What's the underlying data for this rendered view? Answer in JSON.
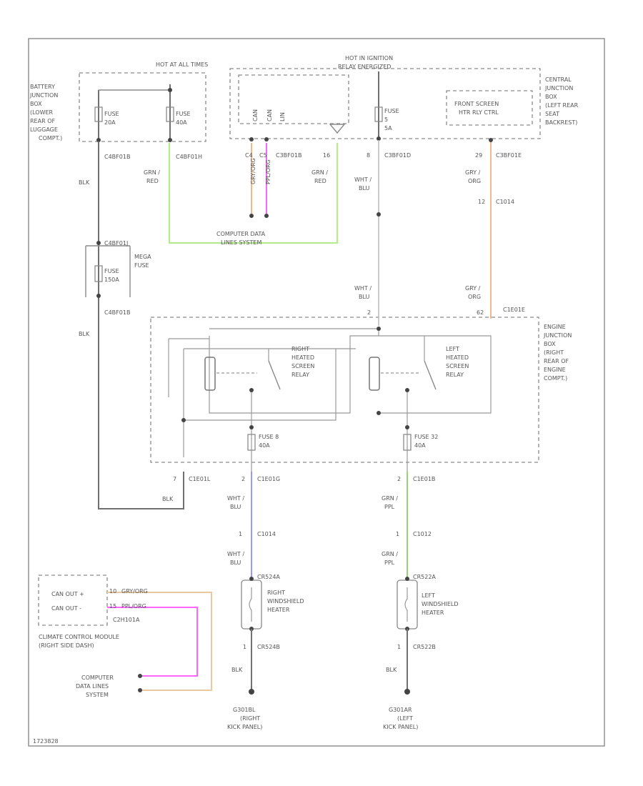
{
  "labels": {
    "hot_at_all_times": "HOT AT ALL TIMES",
    "hot_in_ignition": "HOT IN IGNITION",
    "relay_energized": "RELAY ENERGIZED",
    "battery_jb": [
      "BATTERY",
      "JUNCTION",
      "BOX",
      "(LOWER",
      "REAR OF",
      "LUGGAGE",
      "COMPT.)"
    ],
    "central_jb": [
      "CENTRAL",
      "JUNCTION",
      "BOX",
      "(LEFT REAR",
      "SEAT",
      "BACKREST)"
    ],
    "engine_jb": [
      "ENGINE",
      "JUNCTION",
      "BOX",
      "(RIGHT",
      "REAR OF",
      "ENGINE",
      "COMPT.)"
    ],
    "fuse_20a": [
      "FUSE",
      "20A"
    ],
    "fuse_40a_top": [
      "FUSE",
      "40A"
    ],
    "fuse_5_5a": [
      "FUSE",
      "5",
      "5A"
    ],
    "fuse_mega_label": [
      "MEGA",
      "FUSE"
    ],
    "fuse_mega": [
      "FUSE",
      "150A"
    ],
    "fuse_8": [
      "FUSE 8",
      "40A"
    ],
    "fuse_32": [
      "FUSE 32",
      "40A"
    ],
    "right_screen_relay_ctrl": [
      "FRONT SCREEN",
      "HTR RLY CTRL"
    ],
    "c_can": [
      "CAN",
      "CAN",
      "LIN"
    ],
    "conn_c4": "C4",
    "conn_c5": "C5",
    "conn_16": "16",
    "conn_8": "8",
    "conn_29": "29",
    "conn_12": "12",
    "conn_7": "7",
    "conn_2a": "2",
    "conn_2b": "2",
    "conn_1a": "1",
    "conn_1b": "1",
    "conn_1c": "1",
    "conn_2c": "2",
    "conn_62": "62",
    "c0_top_left": "C4BF01B",
    "c0_top_left2": "C4BF01H",
    "c0_c3bf01b": "C3BF01B",
    "c0_top_mid": "C3BF01B",
    "c0_c3bf01d": "C3BF01D",
    "c0_c3bf01e": "C3BF01E",
    "c0_c1014": "C1014",
    "c0_c4bf01j": "C4BF01J",
    "c0_c4bf01b2": "C4BF01B",
    "c0_c1e01e": "C1E01E",
    "c0_c1e01l": "C1E01L",
    "c0_c1e01g": "C1E01G",
    "c0_c1e01b": "C1E01B",
    "c0_c1014b": "C1014",
    "c0_c1012": "C1012",
    "c0_cr524a": "CR524A",
    "c0_cr524b": "CR524B",
    "c0_cr522a": "CR522A",
    "c0_cr522b": "CR522B",
    "c0_c2h101a": "C2H101A",
    "w_blk_1": "BLK",
    "w_blk_2": "BLK",
    "w_blk_3": "BLK",
    "w_blk_4": "BLK",
    "w_blk_5": "BLK",
    "w_grn_red_1": [
      "GRN /",
      "RED"
    ],
    "w_grn_red_2": [
      "GRN /",
      "RED"
    ],
    "w_wht_blu_1": [
      "WHT /",
      "BLU"
    ],
    "w_wht_blu_2": [
      "WHT /",
      "BLU"
    ],
    "w_wht_blu_3": [
      "WHT /",
      "BLU"
    ],
    "w_wht_blu_4": [
      "WHT /",
      "BLU"
    ],
    "w_gry_org_1": [
      "GRY /",
      "ORG"
    ],
    "w_gry_org_2": [
      "GRY /",
      "ORG"
    ],
    "w_grn_ppl_1": [
      "GRN /",
      "PPL"
    ],
    "w_grn_ppl_2": [
      "GRN /",
      "PPL"
    ],
    "w_vert_gry": "GRY/ORG",
    "w_vert_ppl": "PPL/ORG",
    "w_can_hi": "GRY/ORG",
    "w_can_lo": "PPL/ORG",
    "computer_data_lines_top": [
      "COMPUTER DATA",
      "LINES SYSTEM"
    ],
    "right_relay": [
      "RIGHT",
      "HEATED",
      "SCREEN",
      "RELAY"
    ],
    "left_relay": [
      "LEFT",
      "HEATED",
      "SCREEN",
      "RELAY"
    ],
    "right_heater": [
      "RIGHT",
      "WINDSHIELD",
      "HEATER"
    ],
    "left_heater": [
      "LEFT",
      "WINDSHIELD",
      "HEATER"
    ],
    "can_out_plus": "CAN OUT +",
    "can_out_minus": "CAN OUT -",
    "pin_10": "10",
    "pin_15": "15",
    "climate_module": [
      "CLIMATE CONTROL MODULE",
      "(RIGHT SIDE DASH)"
    ],
    "cdl_bottom": [
      "COMPUTER",
      "DATA LINES",
      "SYSTEM"
    ],
    "ground_right": [
      "G301BL",
      "(RIGHT",
      "KICK PANEL)"
    ],
    "ground_left": [
      "G301AR",
      "(LEFT",
      "KICK PANEL)"
    ],
    "page_num": "1723828"
  },
  "colors": {
    "green_wire": "#b6ec8f",
    "orange_wire": "#f2b888",
    "magenta_wire": "#ff66ff",
    "blue_wire": "#9999ff",
    "dark_green_wire": "#9cd17a",
    "light_orange": "#e9c79f",
    "gray_wire": "#707070"
  }
}
